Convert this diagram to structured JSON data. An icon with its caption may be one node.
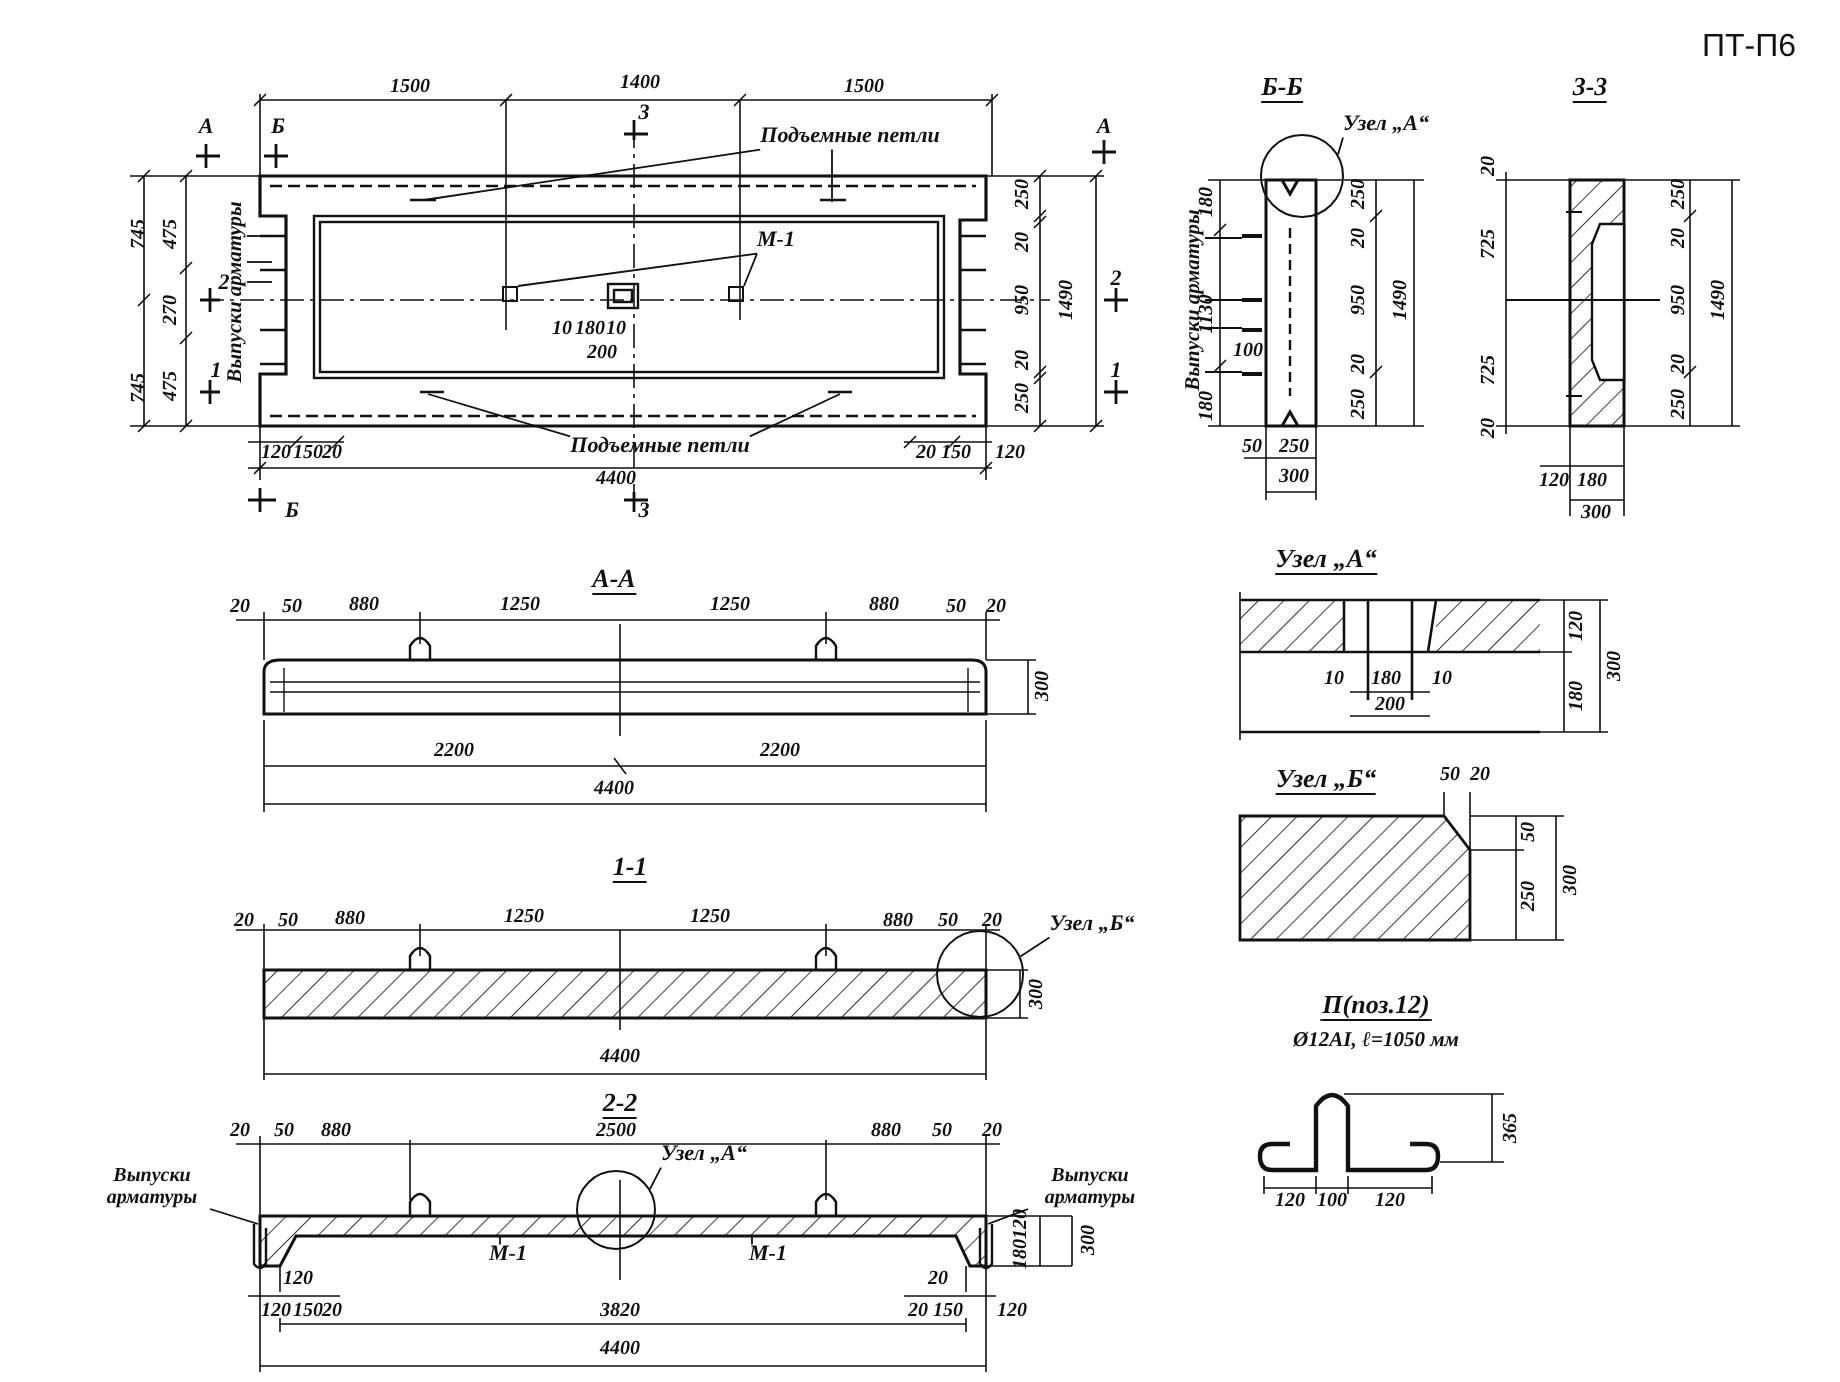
{
  "diagram": {
    "title": "ПТ-П6",
    "nodes": [
      {
        "text": [
          "Подъемные петли"
        ]
      },
      {
        "text": [
          "М-1"
        ]
      },
      {
        "text": [
          "Подъемные петли"
        ]
      },
      {
        "text": [
          "Выпуски арматуры"
        ]
      },
      {
        "text": [],
        "shape": "circle"
      },
      {
        "text": [
          "Узел „А“"
        ]
      },
      {
        "text": [
          "Выпуски арматуры"
        ]
      },
      {
        "text": [],
        "shape": "circle"
      },
      {
        "text": [
          "Узел „Б“"
        ]
      },
      {
        "text": [],
        "shape": "circle"
      },
      {
        "text": [
          "Узел „А“"
        ]
      },
      {
        "text": [
          "Выпуски арматуры"
        ]
      },
      {
        "text": [
          "Выпуски арматуры"
        ]
      },
      {
        "text": [
          "М-1"
        ]
      },
      {
        "text": [
          "М-1"
        ]
      },
      {
        "text": [],
        "shape": "box"
      },
      {
        "text": [],
        "shape": "box"
      },
      {
        "text": [],
        "shape": "bar"
      },
      {
        "text": [],
        "shape": "bar"
      },
      {
        "text": [],
        "shape": "bar"
      },
      {
        "text": [],
        "shape": "bar"
      }
    ],
    "edges": [
      {
        "from": 0,
        "to": null,
        "arrow": "none"
      },
      {
        "from": 0,
        "to": null,
        "arrow": "none"
      },
      {
        "from": 1,
        "to": 15,
        "arrow": "none"
      },
      {
        "from": 1,
        "to": 16,
        "arrow": "none"
      },
      {
        "from": 2,
        "to": null,
        "arrow": "none"
      },
      {
        "from": 2,
        "to": null,
        "arrow": "none"
      },
      {
        "from": 3,
        "to": null,
        "arrow": "none"
      },
      {
        "from": 3,
        "to": null,
        "arrow": "none"
      },
      {
        "from": 3,
        "to": null,
        "arrow": "none"
      },
      {
        "from": 5,
        "to": 4,
        "arrow": "none"
      },
      {
        "from": 6,
        "to": 17,
        "arrow": "none"
      },
      {
        "from": 6,
        "to": 18,
        "arrow": "none"
      },
      {
        "from": 6,
        "to": 19,
        "arrow": "none"
      },
      {
        "from": 6,
        "to": 20,
        "arrow": "none"
      },
      {
        "from": 8,
        "to": 7,
        "arrow": "none"
      },
      {
        "from": 10,
        "to": 9,
        "arrow": "none"
      },
      {
        "from": 11,
        "to": null,
        "arrow": "none"
      },
      {
        "from": 12,
        "to": null,
        "arrow": "none"
      },
      {
        "from": 13,
        "to": null,
        "arrow": "none"
      },
      {
        "from": 14,
        "to": null,
        "arrow": "none"
      }
    ],
    "labels": [
      "1500",
      "1400",
      "1500",
      "А",
      "Б",
      "3",
      "А",
      "745",
      "475",
      "250",
      "20",
      "270",
      "2",
      "950",
      "1490",
      "2",
      "10",
      "180",
      "10",
      "200",
      "20",
      "745",
      "475",
      "1",
      "250",
      "1",
      "120",
      "150",
      "20",
      "20",
      "150",
      "120",
      "4400",
      "Б",
      "3",
      "Б-Б",
      "3-3",
      "20",
      "180",
      "250",
      "250",
      "20",
      "20",
      "1130",
      "950",
      "1490",
      "725",
      "950",
      "1490",
      "100",
      "20",
      "20",
      "725",
      "180",
      "250",
      "250",
      "20",
      "50",
      "250",
      "300",
      "120",
      "180",
      "300",
      "А-А",
      "Узел „А“",
      "20",
      "50",
      "880",
      "1250",
      "1250",
      "880",
      "50",
      "20",
      "120",
      "300",
      "300",
      "10",
      "180",
      "10",
      "180",
      "200",
      "2200",
      "2200",
      "4400",
      "Узел „Б“",
      "50",
      "20",
      "50",
      "300",
      "250",
      "1-1",
      "20",
      "50",
      "880",
      "1250",
      "1250",
      "880",
      "50",
      "20",
      "300",
      "П(поз.12)",
      "Ø12AI,  ℓ=1050 мм",
      "4400",
      "2-2",
      "20",
      "50",
      "880",
      "2500",
      "880",
      "50",
      "20",
      "365",
      "120",
      "180",
      "300",
      "120",
      "100",
      "120",
      "120",
      "20",
      "120",
      "150",
      "20",
      "3820",
      "20",
      "150",
      "120",
      "4400"
    ]
  }
}
